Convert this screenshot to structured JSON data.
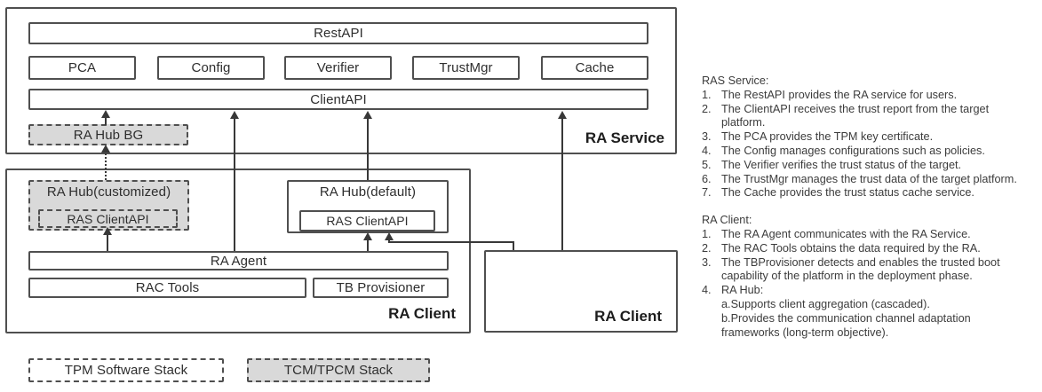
{
  "diagram": {
    "service": {
      "label": "RA Service",
      "rest_api": "RestAPI",
      "modules": [
        "PCA",
        "Config",
        "Verifier",
        "TrustMgr",
        "Cache"
      ],
      "client_api": "ClientAPI",
      "ra_hub_bg": "RA Hub BG"
    },
    "client_left": {
      "label": "RA Client",
      "ra_hub_customized": "RA Hub(customized)",
      "ras_client_api_customized": "RAS ClientAPI",
      "ra_hub_default": "RA Hub(default)",
      "ras_client_api_default": "RAS ClientAPI",
      "ra_agent": "RA Agent",
      "rac_tools": "RAC Tools",
      "tb_provisioner": "TB Provisioner"
    },
    "client_right": {
      "label": "RA Client"
    },
    "legend": {
      "tpm": "TPM Software Stack",
      "tcm": "TCM/TPCM Stack"
    },
    "colors": {
      "stroke": "#4f4f4f",
      "gray_fill": "#d9d9d9",
      "arrow": "#383838"
    }
  },
  "notes": {
    "ras_service": {
      "heading": "RAS Service:",
      "items": [
        {
          "num": "1.",
          "text": "The RestAPI provides the RA service for users."
        },
        {
          "num": "2.",
          "text": "The ClientAPI receives the trust report from the target platform."
        },
        {
          "num": "3.",
          "text": "The PCA provides the TPM key certificate."
        },
        {
          "num": "4.",
          "text": "The Config manages configurations such as policies."
        },
        {
          "num": "5.",
          "text": "The Verifier verifies the trust status of the target."
        },
        {
          "num": "6.",
          "text": "The TrustMgr manages the trust data of the target platform."
        },
        {
          "num": "7.",
          "text": "The Cache provides the trust status cache service."
        }
      ]
    },
    "ra_client": {
      "heading": "RA Client:",
      "items": [
        {
          "num": "1.",
          "text": "The RA Agent communicates with the RA Service."
        },
        {
          "num": "2.",
          "text": "The RAC Tools obtains the data required by the RA."
        },
        {
          "num": "3.",
          "text": "The TBProvisioner detects and enables the trusted boot capability of the platform in the deployment phase."
        },
        {
          "num": "4.",
          "text": "RA Hub:",
          "sub": [
            "a.Supports client aggregation (cascaded).",
            "b.Provides the communication channel adaptation frameworks (long-term objective)."
          ]
        }
      ]
    }
  }
}
